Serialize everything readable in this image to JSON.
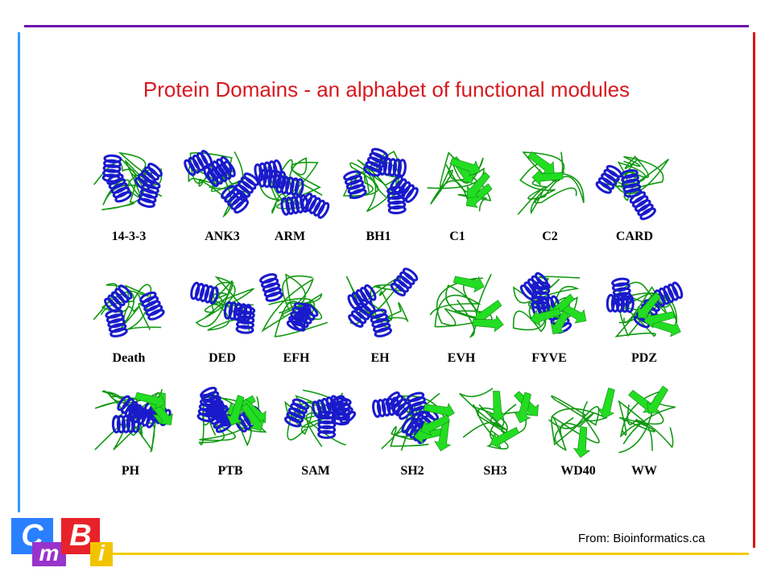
{
  "title": "Protein Domains - an alphabet of functional modules",
  "credit": "From: Bioinformatics.ca",
  "logo": {
    "c": "C",
    "m": "m",
    "b": "B",
    "i": "i"
  },
  "colors": {
    "helix": "#1a1acc",
    "sheet": "#22dd22",
    "loop": "#119911",
    "ligand": "#cc5522",
    "title": "#d71920",
    "top": "#6a0dad",
    "left": "#3399ff",
    "right": "#dd1111",
    "bottom": "#f2cc00"
  },
  "rows": [
    {
      "labels": [
        "14-3-3",
        "ANK3",
        "ARM",
        "BH1",
        "C1",
        "C2",
        "CARD"
      ]
    },
    {
      "labels": [
        "Death",
        "DED",
        "EFH",
        "EH",
        "EVH",
        "FYVE",
        "PDZ"
      ]
    },
    {
      "labels": [
        "PH",
        "PTB",
        "SAM",
        "SH2",
        "SH3",
        "WD40",
        "WW"
      ]
    }
  ]
}
